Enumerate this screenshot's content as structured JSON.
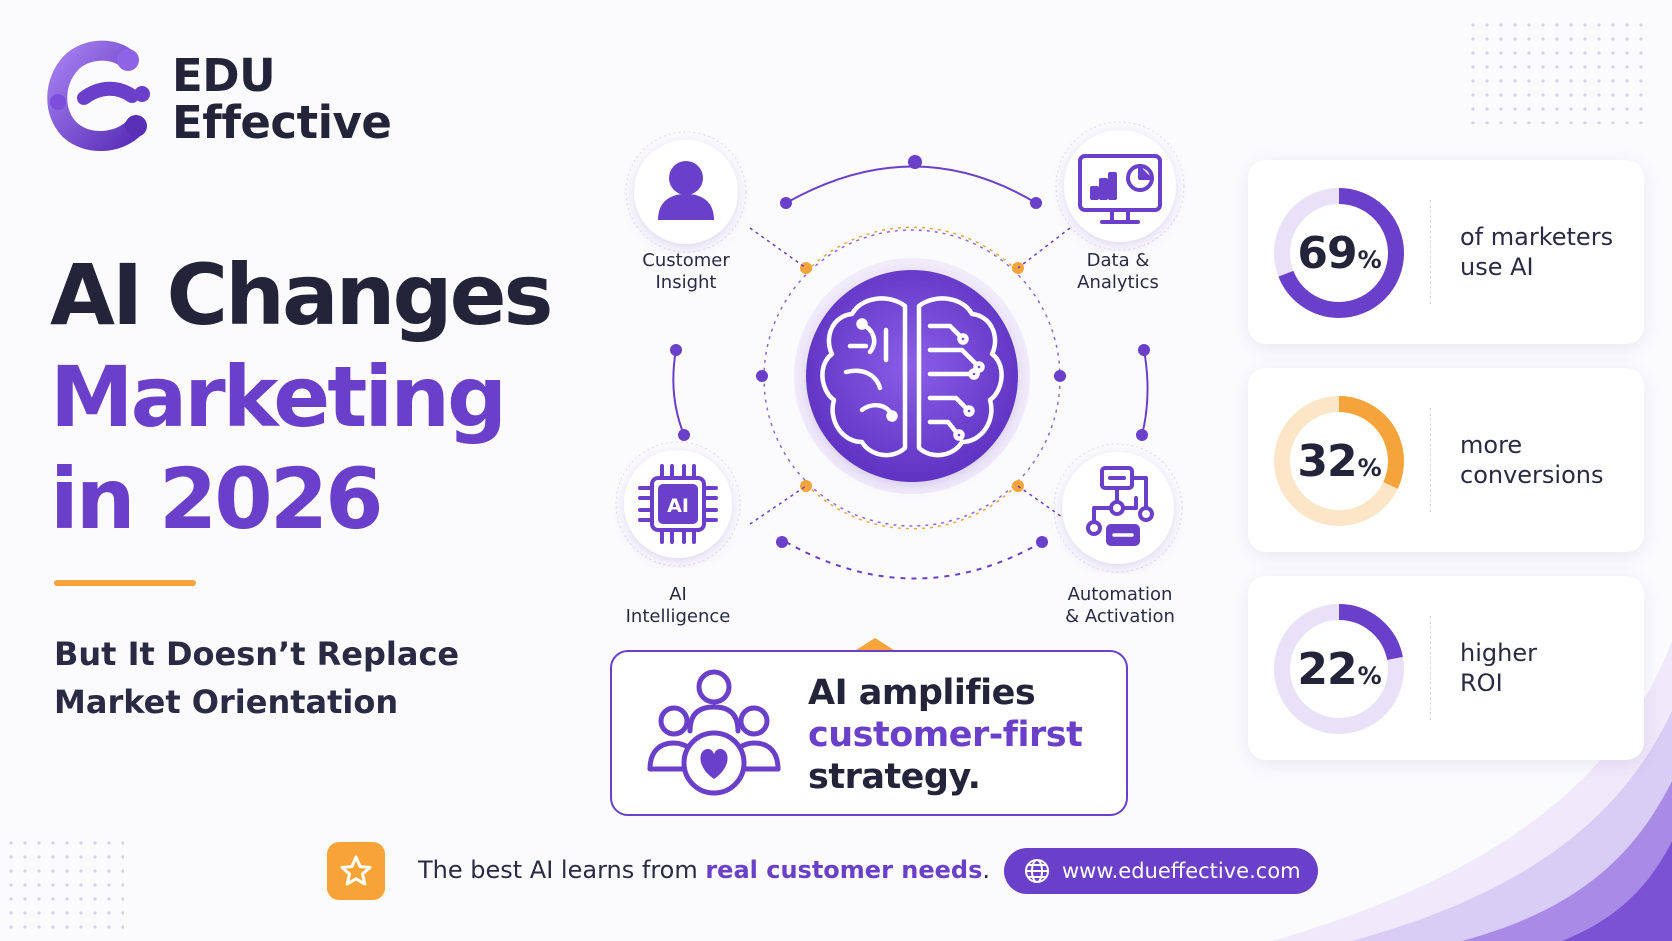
{
  "brand": {
    "line1": "EDU",
    "line2": "Effective",
    "logo_icon": "edu-effective-logo-icon",
    "colors": {
      "purple": "#6a3fc9",
      "orange": "#f5a43c",
      "dark": "#23233a"
    }
  },
  "headline": {
    "line1": "AI Changes",
    "line2": "Marketing",
    "line3": "in 2026"
  },
  "subtitle": {
    "line1": "But It Doesn’t Replace",
    "line2": "Market Orientation"
  },
  "diagram": {
    "center_icon": "brain-circuit-icon",
    "nodes": [
      {
        "icon": "person-icon",
        "line1": "Customer",
        "line2": "Insight"
      },
      {
        "icon": "analytics-monitor-icon",
        "line1": "Data &",
        "line2": "Analytics"
      },
      {
        "icon": "ai-chip-icon",
        "chip_text": "AI",
        "line1": "AI",
        "line2": "Intelligence"
      },
      {
        "icon": "workflow-icon",
        "line1": "Automation",
        "line2": "& Activation"
      }
    ]
  },
  "callout": {
    "icon": "people-heart-icon",
    "line1": "AI amplifies",
    "line2": "customer-first",
    "line3": "strategy."
  },
  "stats": [
    {
      "value": 69,
      "value_text": "69",
      "unit": "%",
      "line1": "of marketers",
      "line2": "use AI",
      "color": "#6a3fc9",
      "track": "#e8e1f7"
    },
    {
      "value": 32,
      "value_text": "32",
      "unit": "%",
      "line1": "more",
      "line2": "conversions",
      "color": "#f5a43c",
      "track": "#fde6c7"
    },
    {
      "value": 22,
      "value_text": "22",
      "unit": "%",
      "line1": "higher",
      "line2": "ROI",
      "color": "#6a3fc9",
      "track": "#e8e1f7"
    }
  ],
  "footer": {
    "star_icon": "star-icon",
    "text_before": "The best AI learns from ",
    "text_highlight": "real customer needs",
    "text_after": ".",
    "globe_icon": "globe-icon",
    "url": "www.edueffective.com"
  }
}
